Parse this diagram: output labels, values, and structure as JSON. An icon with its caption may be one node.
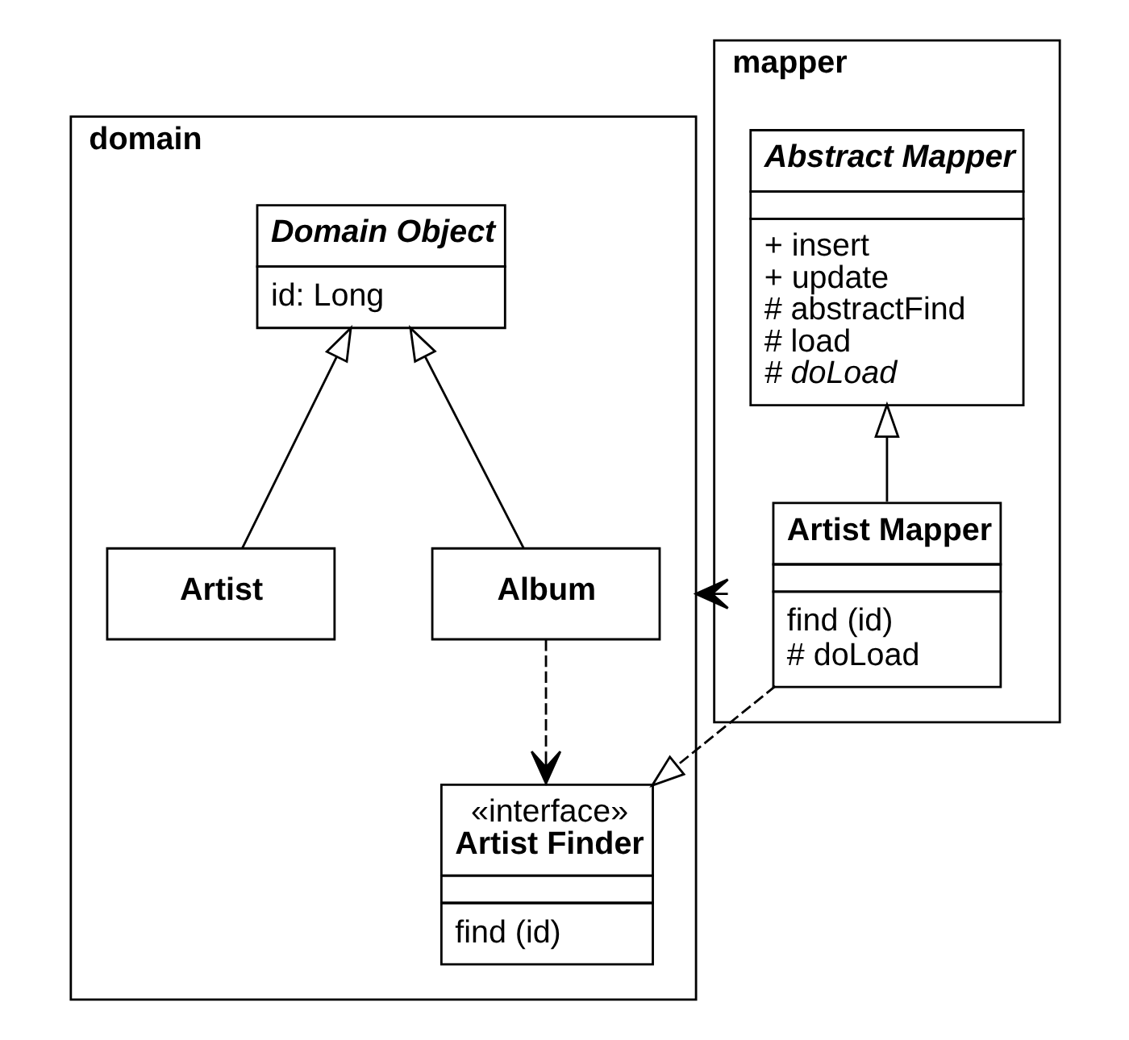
{
  "diagram": {
    "nodes": [
      {
        "text": [
          "domain"
        ]
      },
      {
        "text": [
          "Domain Object",
          "id: Long"
        ],
        "in": 0
      },
      {
        "text": [
          "Artist"
        ],
        "in": 0
      },
      {
        "text": [
          "Album"
        ],
        "in": 0
      },
      {
        "text": [
          "«interface»",
          "Artist Finder",
          "find (id)"
        ],
        "in": 0
      },
      {
        "text": [
          "mapper"
        ]
      },
      {
        "text": [
          "Abstract Mapper",
          "+ insert",
          "+ update",
          "# abstractFind",
          "# load",
          "# doLoad"
        ],
        "in": 5
      },
      {
        "text": [
          "Artist Mapper",
          "find (id)",
          "# doLoad"
        ],
        "in": 5
      }
    ],
    "edges": [
      {
        "from": 2,
        "to": 1,
        "arrow": "to"
      },
      {
        "from": 3,
        "to": 1,
        "arrow": "to"
      },
      {
        "from": 5,
        "to": 0,
        "arrow": "to",
        "style": "dashed"
      },
      {
        "from": 3,
        "to": 4,
        "arrow": "to",
        "style": "dashed"
      },
      {
        "from": 7,
        "to": 4,
        "arrow": "to",
        "style": "dashed"
      },
      {
        "from": 7,
        "to": 6,
        "arrow": "to"
      }
    ]
  }
}
